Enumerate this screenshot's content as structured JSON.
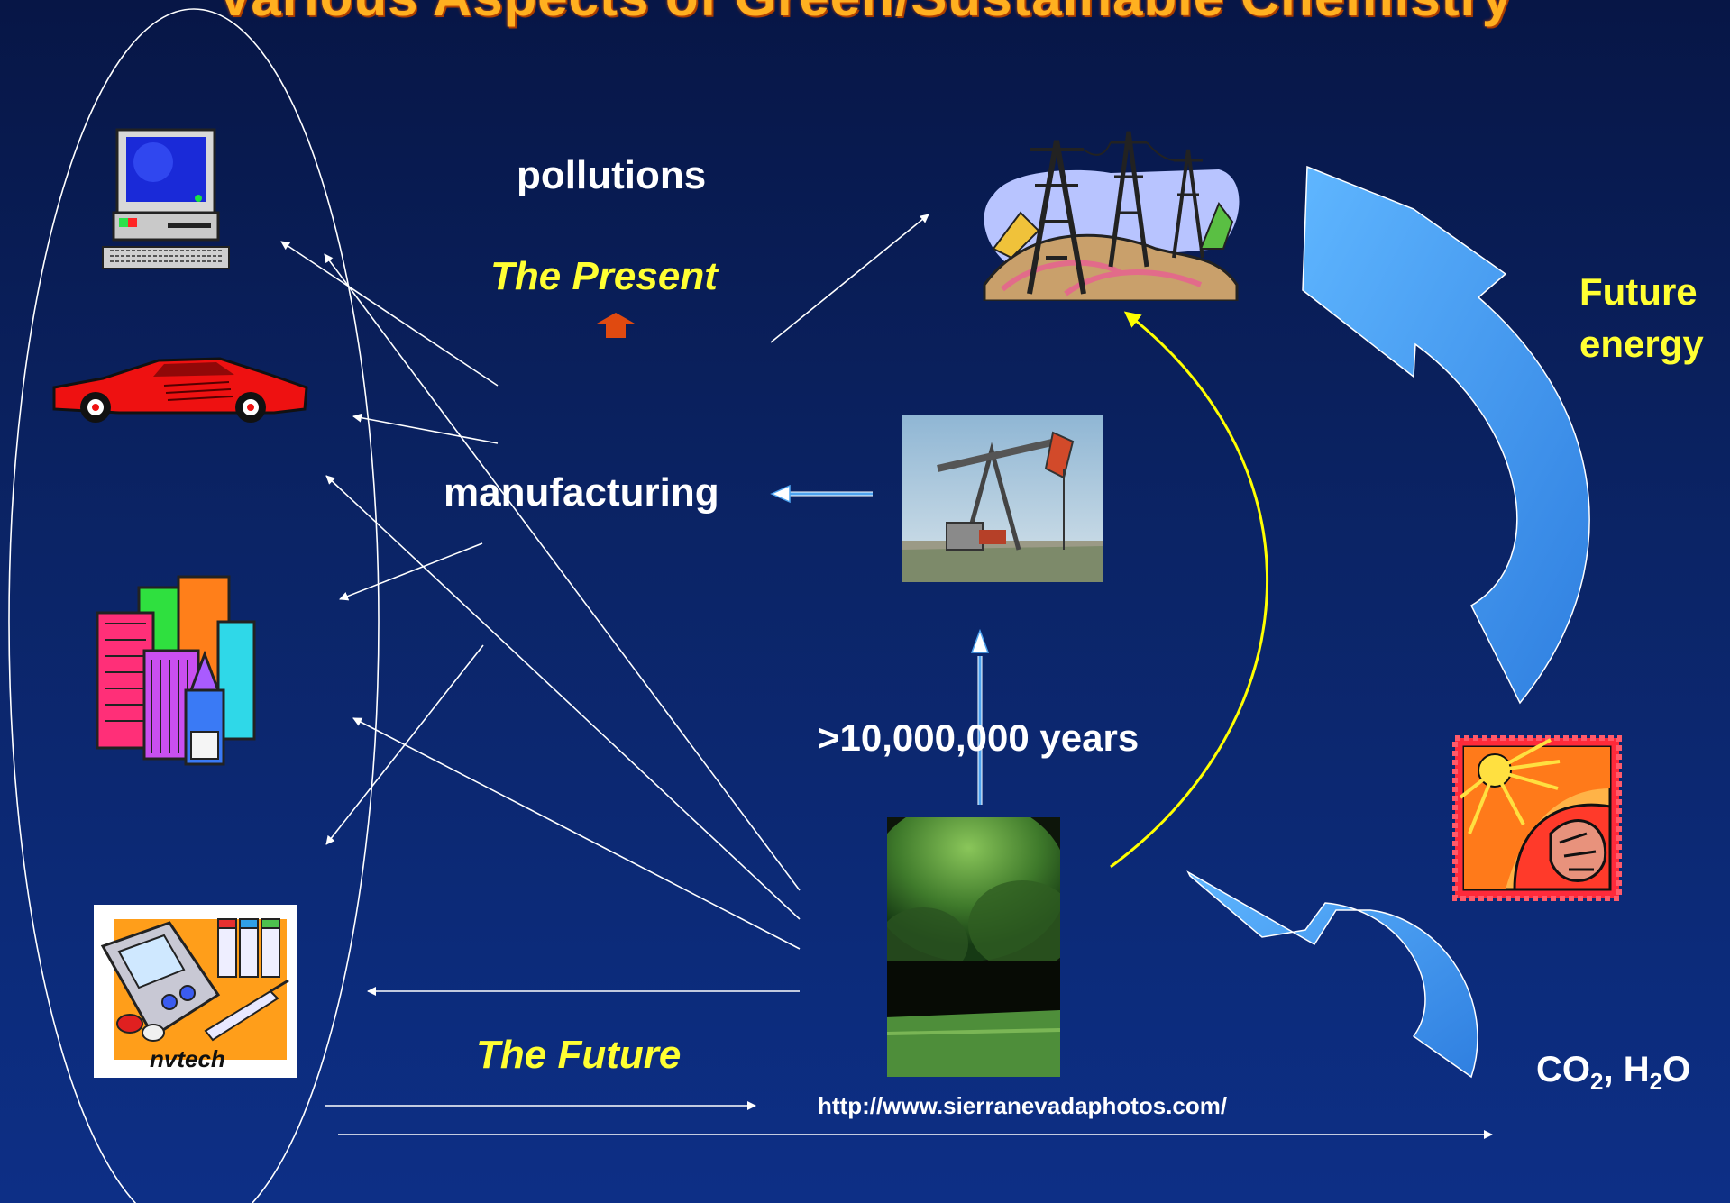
{
  "title": "Various Aspects of Green/Sustainable Chemistry",
  "labels": {
    "pollutions": "pollutions",
    "present": "The Present",
    "manufacturing": "manufacturing",
    "years": ">10,000,000 years",
    "future": "The Future",
    "url": "http://www.sierranevadaphotos.com/",
    "future_energy_line1": "Future",
    "future_energy_line2": "energy",
    "co2_prefix": "CO",
    "co2_sub": "2",
    "h2o_prefix": ", H",
    "h2o_sub": "2",
    "h2o_suffix": "O"
  },
  "photo_text": {
    "nvtech": "nvtech"
  },
  "colors": {
    "background_top": "#071646",
    "background_bottom": "#0d2f86",
    "title": "#ffb020",
    "highlight_text": "#ffff33",
    "text": "#ffffff",
    "big_arrow": "#4da3f0",
    "growth_arrow": "#ffff00",
    "small_up_arrow": "#e04a10"
  },
  "icons": [
    "computer-icon",
    "sports-car-icon",
    "city-buildings-icon",
    "medical-devices-icon",
    "power-towers-icon",
    "oil-pump-photo",
    "forest-photo",
    "sun-and-person-icon"
  ]
}
